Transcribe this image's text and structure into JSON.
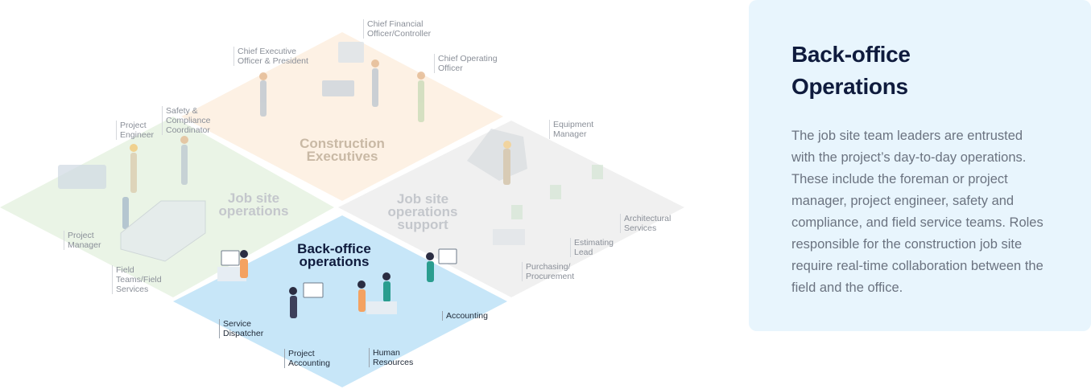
{
  "zones": {
    "executives": "Construction\nExecutives",
    "job_site": "Job site\noperations",
    "job_site_support": "Job site\noperations\nsupport",
    "back_office": "Back-office\noperations"
  },
  "roles": {
    "ceo": "Chief Executive\nOfficer & President",
    "cfo": "Chief Financial\nOfficer/Controller",
    "coo": "Chief Operating\nOfficer",
    "project_engineer": "Project\nEngineer",
    "safety": "Safety &\nCompliance\nCoordinator",
    "project_manager": "Project\nManager",
    "field_teams": "Field\nTeams/Field\nServices",
    "equipment_manager": "Equipment\nManager",
    "architectural": "Architectural\nServices",
    "estimating": "Estimating\nLead",
    "purchasing": "Purchasing/\nProcurement",
    "service_dispatcher": "Service\nDispatcher",
    "project_accounting": "Project\nAccounting",
    "human_resources": "Human\nResources",
    "accounting": "Accounting"
  },
  "panel": {
    "title": "Back-office\nOperations",
    "body": "The job site team leaders are entrusted with the project’s day-to-day operations. These include the foreman or project manager, project engineer, safety and compliance, and field service teams. Roles responsible for the construction job site require real-time collaboration between the field and the office."
  },
  "colors": {
    "executives": "#fdf1e4",
    "job_site": "#eaf4e6",
    "support": "#f0f0f0",
    "back_office": "#c7e6f8",
    "panel": "#e8f5fd",
    "heading": "#0f1b3d"
  }
}
